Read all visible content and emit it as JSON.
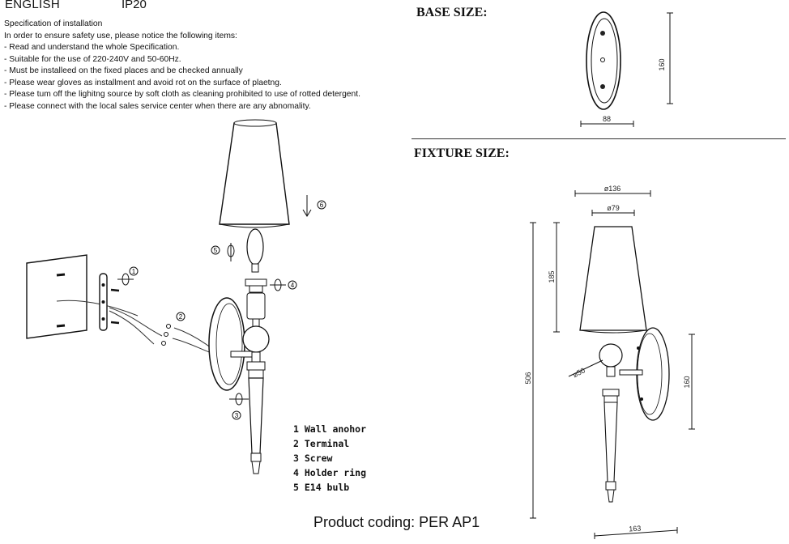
{
  "header": {
    "language": "ENGLISH",
    "ip_rating": "IP20"
  },
  "spec": {
    "lines": [
      "Specification of installation",
      "In order to ensure safety use, please notice the following items:",
      "- Read and understand the whole Specification.",
      "- Suitable for the use of 220-240V and 50-60Hz.",
      "- Must be installeed on the fixed places and be checked annually",
      "- Please wear gloves as installment and avoid rot on the surface of plaetng.",
      "- Please tum off the lighitng source by soft cloth as cleaning prohibited to use of rotted detergent.",
      "- Please connect with the local sales service center when there are any abnomality."
    ]
  },
  "base_size": {
    "title": "BASE SIZE:",
    "height": "160",
    "width": "88"
  },
  "fixture_size": {
    "title": "FIXTURE SIZE:",
    "shade_top_dia": "ø136",
    "shade_bottom_dia": "ø79",
    "shade_height": "185",
    "total_height": "506",
    "ball_dia": "ø50",
    "base_height": "160",
    "depth": "163"
  },
  "step_numbers": [
    "1",
    "2",
    "3",
    "4",
    "5",
    "6"
  ],
  "legend": {
    "items": [
      "1 Wall anohor",
      "2 Terminal",
      "3 Screw",
      "4 Holder ring",
      "5 E14 bulb"
    ]
  },
  "footer": {
    "product_coding": "Product coding: PER AP1"
  }
}
